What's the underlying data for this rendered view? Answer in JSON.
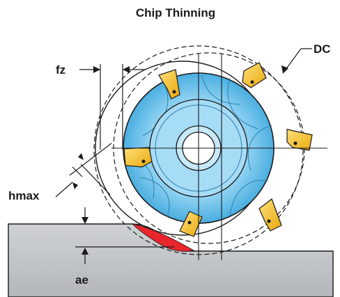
{
  "title": "Chip Thinning",
  "labels": {
    "fz": "fz",
    "dc": "DC",
    "hmax": "hmax",
    "ae": "ae"
  },
  "colors": {
    "cutter_blue": "#8fd3f4",
    "cutter_blue_dark": "#3fa4d6",
    "insert_yellow": "#f7c21b",
    "chip_red": "#e8262b",
    "workpiece_gray": "#bcc0c4",
    "line": "#1a1a1a"
  },
  "icons": [
    "milling-cutter-icon",
    "cutting-insert-icon",
    "chip-icon",
    "dimension-arrow-icon"
  ]
}
